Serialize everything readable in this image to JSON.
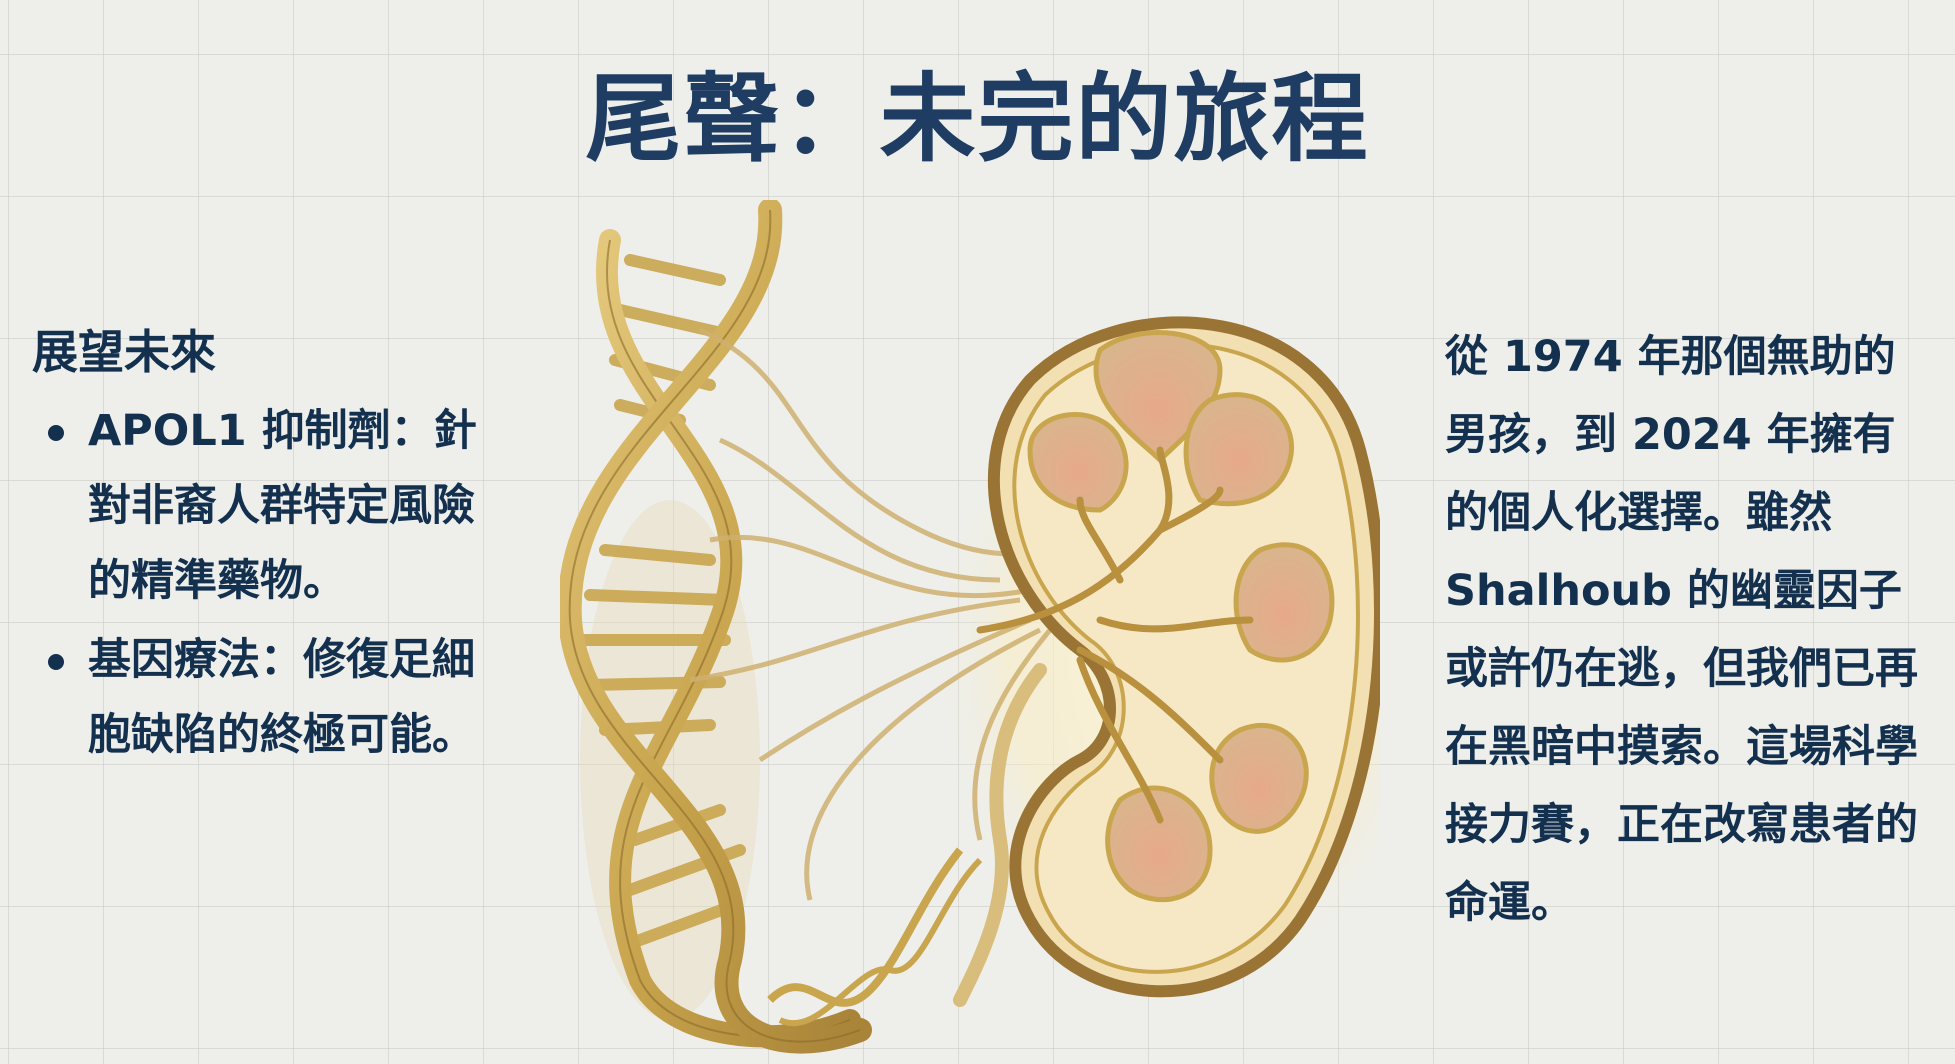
{
  "slide": {
    "title": "尾聲：未完的旅程",
    "left_panel": {
      "heading": "展望未來",
      "bullets": [
        "APOL1 抑制劑：針對非裔人群特定風險的精準藥物。",
        "基因療法：修復足細胞缺陷的終極可能。"
      ]
    },
    "right_panel": {
      "paragraph": "從 1974 年那個無助的男孩，到 2024 年擁有的個人化選擇。雖然 Shalhoub 的幽靈因子或許仍在逃，但我們已再在黑暗中摸索。這場科學接力賽，正在改寫患者的命運。"
    },
    "illustration": {
      "subject": "dna-helix-connected-to-kidney-cross-section",
      "style": "watercolor gold"
    }
  },
  "colors": {
    "background": "#eeefea",
    "grid_line": "#c8c8c3",
    "title_text": "#1f3d62",
    "body_text": "#14304f",
    "gold": "#c9a54e",
    "gold_dark": "#8a6a2a",
    "kidney_pink": "#d9967a"
  }
}
